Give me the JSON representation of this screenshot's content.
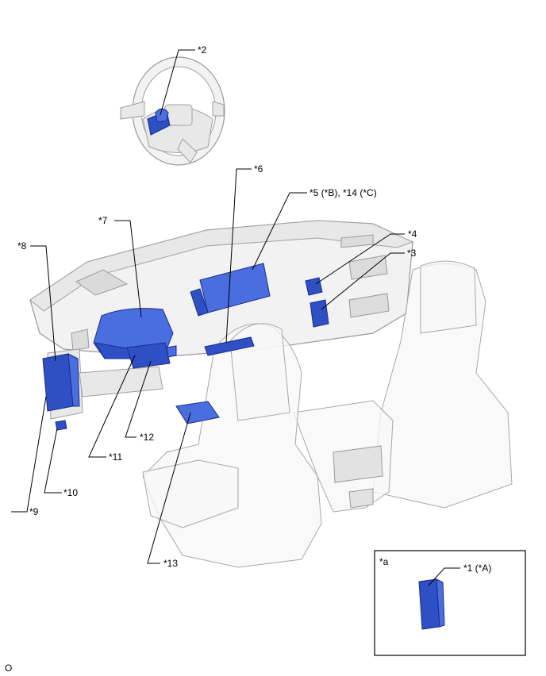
{
  "callouts": {
    "c1": "*1 (*A)",
    "c2": "*2",
    "c3": "*3",
    "c4": "*4",
    "c5": "*5 (*B), *14 (*C)",
    "c6": "*6",
    "c7": "*7",
    "c8": "*8",
    "c9": "*9",
    "c10": "*10",
    "c11": "*11",
    "c12": "*12",
    "c13": "*13"
  },
  "inset_label": "*a",
  "footer_code": "O",
  "colors": {
    "highlight": "#2f4fc4",
    "line": "#000000"
  }
}
